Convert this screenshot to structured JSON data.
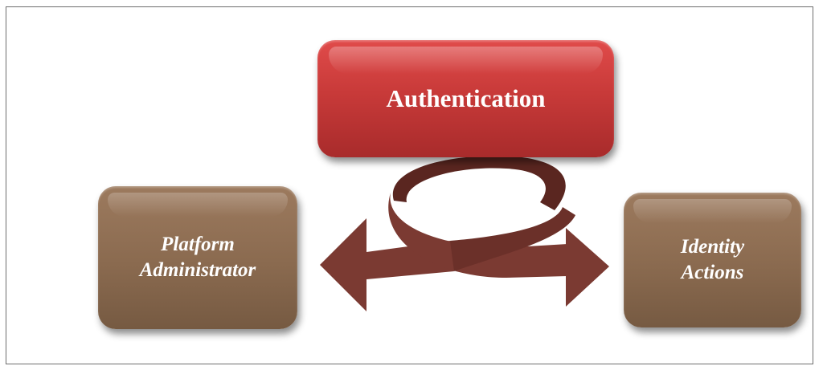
{
  "diagram": {
    "nodes": [
      {
        "id": "authentication",
        "lines": [
          "Authentication"
        ]
      },
      {
        "id": "platform-administrator",
        "lines": [
          "Platform",
          "Administrator"
        ]
      },
      {
        "id": "identity-actions",
        "lines": [
          "Identity",
          "Actions"
        ]
      }
    ],
    "connector": {
      "type": "circular-double-arrow",
      "from": "authentication",
      "to": [
        "platform-administrator",
        "identity-actions"
      ]
    }
  },
  "colors": {
    "authentication_fill": "#c83a39",
    "side_node_fill": "#8a6a4f",
    "arrow_fill": "#7b3a32",
    "arrow_dark": "#5a2620"
  }
}
